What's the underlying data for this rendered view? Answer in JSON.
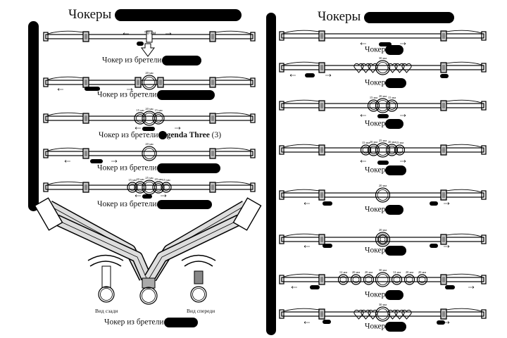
{
  "left": {
    "title": "Чокеры",
    "size_label": "50 см",
    "captions": [
      {
        "text": "Чокер из бретели",
        "extra": ""
      },
      {
        "text": "Чокер из бретели",
        "extra": ""
      },
      {
        "text": "Чокер из бретели",
        "extra": "genda Three",
        "suffix": "(3)"
      },
      {
        "text": "Чокер из бретели",
        "extra": ""
      },
      {
        "text": "Чокер из бретели",
        "extra": ""
      }
    ],
    "bottom": {
      "back_view": "Вид сзади",
      "front_view": "Вид спереди",
      "caption": "Чокер из бретели"
    }
  },
  "right": {
    "title": "Чокеры",
    "captions": [
      "Чокер",
      "Чокер",
      "Чокер",
      "Чокер",
      "Чокер",
      "Чокер",
      "Чокер",
      "Чокер"
    ]
  },
  "ring_labels": {
    "r20": "20 мм",
    "r15": "15 мм",
    "r25": "25 мм",
    "r12": "12 мм",
    "r30": "30 мм"
  }
}
